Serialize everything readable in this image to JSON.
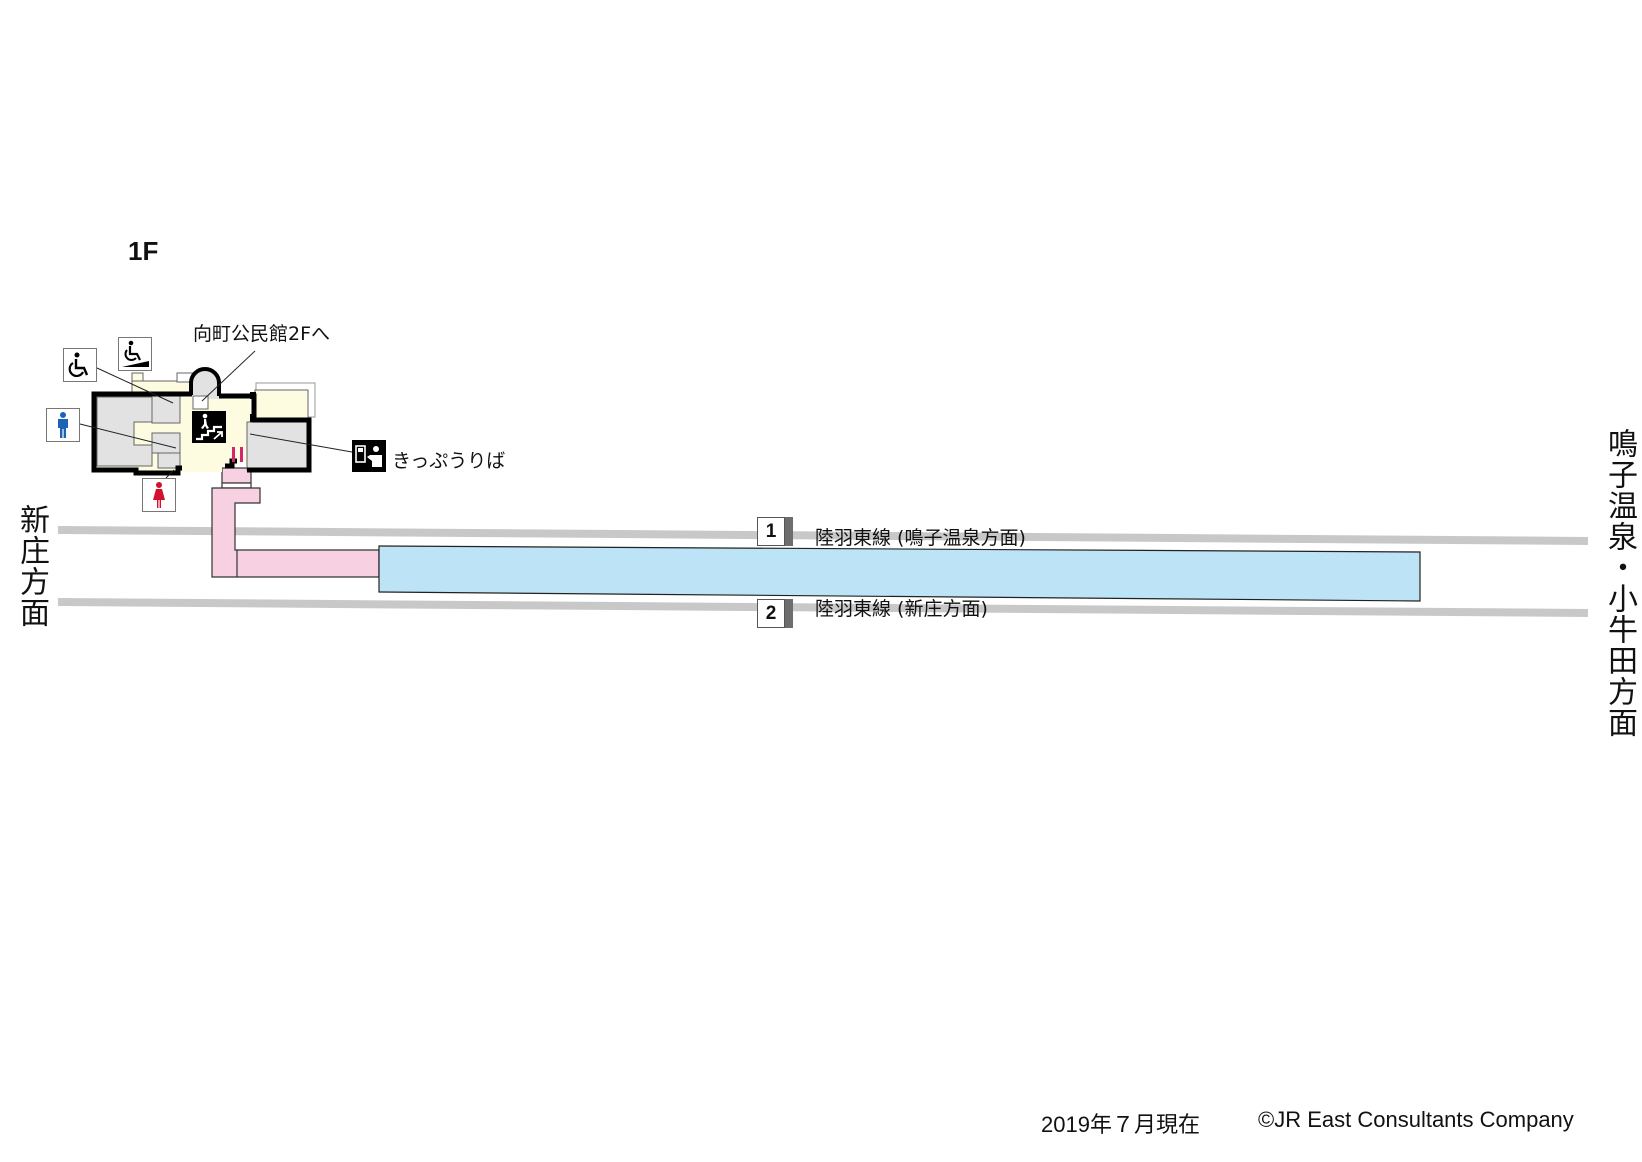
{
  "floor_label": "1F",
  "callouts": {
    "community_hall": "向町公民館2Fへ",
    "ticket_office": "きっぷうりば"
  },
  "directions": {
    "west": "新庄方面",
    "east": "鳴子温泉・小牛田方面"
  },
  "platforms": [
    {
      "number": "1",
      "line": "陸羽東線 (鳴子温泉方面)"
    },
    {
      "number": "2",
      "line": "陸羽東線 (新庄方面)"
    }
  ],
  "footer": {
    "date": "2019年７月現在",
    "copyright": "©JR East Consultants Company"
  },
  "icons": {
    "accessible_toilet": "wheelchair-icon",
    "slope": "wheelchair-ramp-icon",
    "men_toilet": "male-toilet-icon",
    "women_toilet": "female-toilet-icon",
    "stairs": "stairs-up-icon",
    "ticket": "ticket-office-icon"
  },
  "colors": {
    "platform": "#bde3f7",
    "passage": "#f7d1e2",
    "concourse": "#fdfbe0",
    "room": "#e2e2e2",
    "track": "#c8c8c8",
    "gate": "#d6246e",
    "men": "#1b63b4",
    "women": "#d3102e"
  }
}
